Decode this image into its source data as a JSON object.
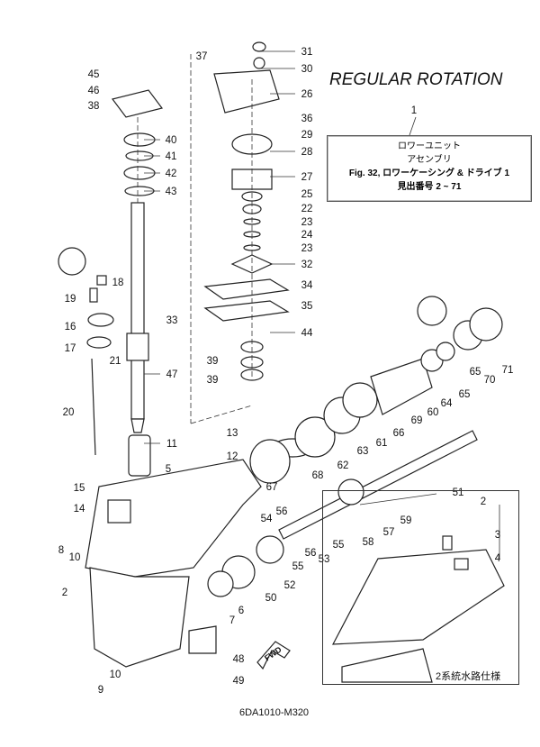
{
  "title": "REGULAR ROTATION",
  "info_box": {
    "callout": "1",
    "line1": "ロワーユニット",
    "line2": "アセンブリ",
    "line3": "Fig. 32, ロワーケーシング & ドライブ 1",
    "line4": "見出番号 2 ~ 71"
  },
  "diagram_code": "6DA1010-M320",
  "inset_label": "2系統水路仕様",
  "fwd_label": "FWD",
  "callouts": [
    "45",
    "46",
    "38",
    "40",
    "41",
    "42",
    "43",
    "18",
    "19",
    "16",
    "17",
    "21",
    "20",
    "33",
    "47",
    "11",
    "5",
    "15",
    "14",
    "8",
    "10",
    "2",
    "7",
    "6",
    "50",
    "48",
    "49",
    "10",
    "9",
    "37",
    "31",
    "30",
    "26",
    "36",
    "29",
    "28",
    "27",
    "25",
    "22",
    "23",
    "24",
    "23",
    "32",
    "34",
    "35",
    "44",
    "39",
    "39",
    "13",
    "12",
    "67",
    "68",
    "62",
    "63",
    "61",
    "66",
    "69",
    "60",
    "64",
    "65",
    "65",
    "70",
    "71",
    "51",
    "59",
    "57",
    "58",
    "56",
    "54",
    "55",
    "53",
    "56",
    "55",
    "52",
    "2",
    "3",
    "4"
  ]
}
